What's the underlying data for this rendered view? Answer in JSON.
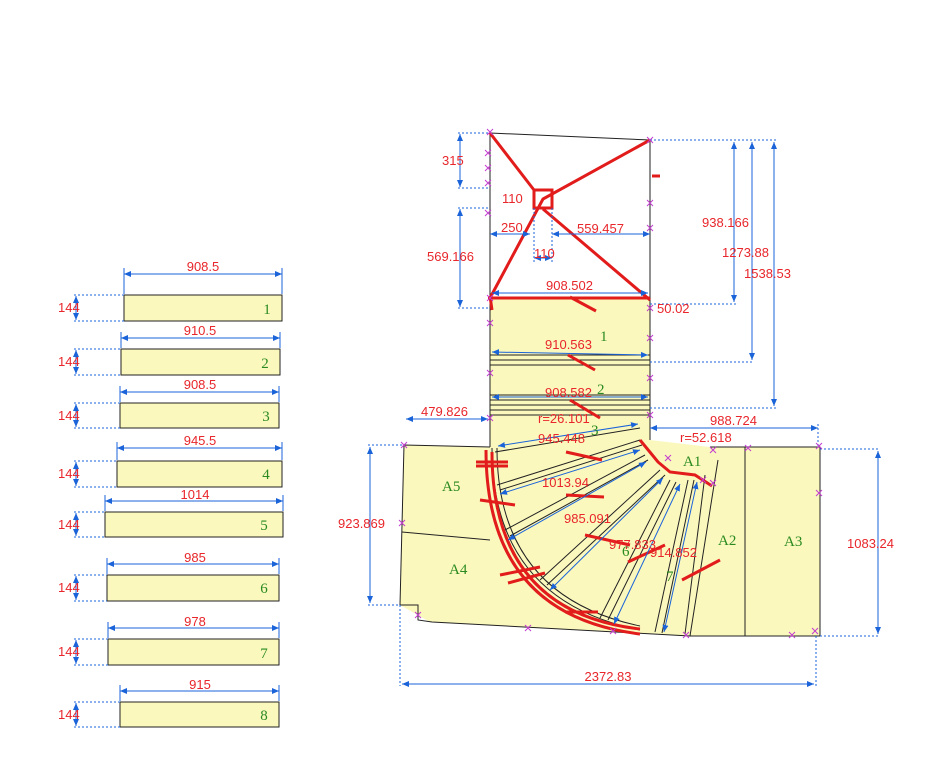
{
  "treads": [
    {
      "num": "1",
      "length": "908.5",
      "thickness": "144"
    },
    {
      "num": "2",
      "length": "910.5",
      "thickness": "144"
    },
    {
      "num": "3",
      "length": "908.5",
      "thickness": "144"
    },
    {
      "num": "4",
      "length": "945.5",
      "thickness": "144"
    },
    {
      "num": "5",
      "length": "1014",
      "thickness": "144"
    },
    {
      "num": "6",
      "length": "985",
      "thickness": "144"
    },
    {
      "num": "7",
      "length": "978",
      "thickness": "144"
    },
    {
      "num": "8",
      "length": "915",
      "thickness": "144"
    }
  ],
  "plan": {
    "dims": {
      "d315": "315",
      "d110a": "110",
      "d250": "250",
      "d110b": "110",
      "d559": "559.457",
      "d569": "569.166",
      "d938": "938.166",
      "d1273": "1273.88",
      "d1538": "1538.53",
      "d908_502": "908.502",
      "d50": "50.02",
      "d910_563": "910.563",
      "d908_582": "908.582",
      "d479": "479.826",
      "r26": "r=26.101",
      "d988": "988.724",
      "r52": "r=52.618",
      "d945": "945.448",
      "d1013": "1013.94",
      "d985": "985.091",
      "d977": "977.833",
      "d914": "914.852",
      "d923": "923.869",
      "d1083": "1083.24",
      "d2372": "2372.83"
    },
    "step_labels": [
      "1",
      "2",
      "3",
      "6",
      "7"
    ],
    "areas": [
      "A1",
      "A2",
      "A3",
      "A4",
      "A5"
    ]
  }
}
